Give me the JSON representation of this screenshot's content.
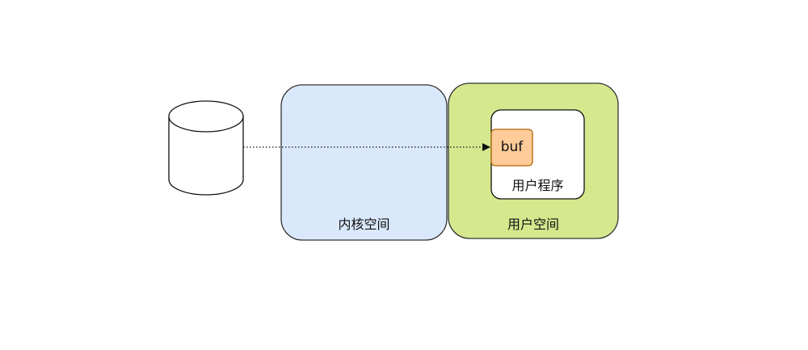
{
  "diagram": {
    "kernel_space": {
      "label": "内核空间",
      "fill": "#dae8fc",
      "stroke": "#333333"
    },
    "user_space": {
      "label": "用户空间",
      "fill": "#d5e88e",
      "stroke": "#333333"
    },
    "user_program": {
      "label": "用户程序",
      "fill": "#ffffff",
      "stroke": "#111111"
    },
    "buffer": {
      "label": "buf",
      "fill": "#ffcc99",
      "stroke": "#b46504"
    },
    "disk": {
      "fill": "#ffffff",
      "stroke": "#111111"
    },
    "arrow": {
      "stroke": "#111111",
      "style": "dotted"
    }
  }
}
